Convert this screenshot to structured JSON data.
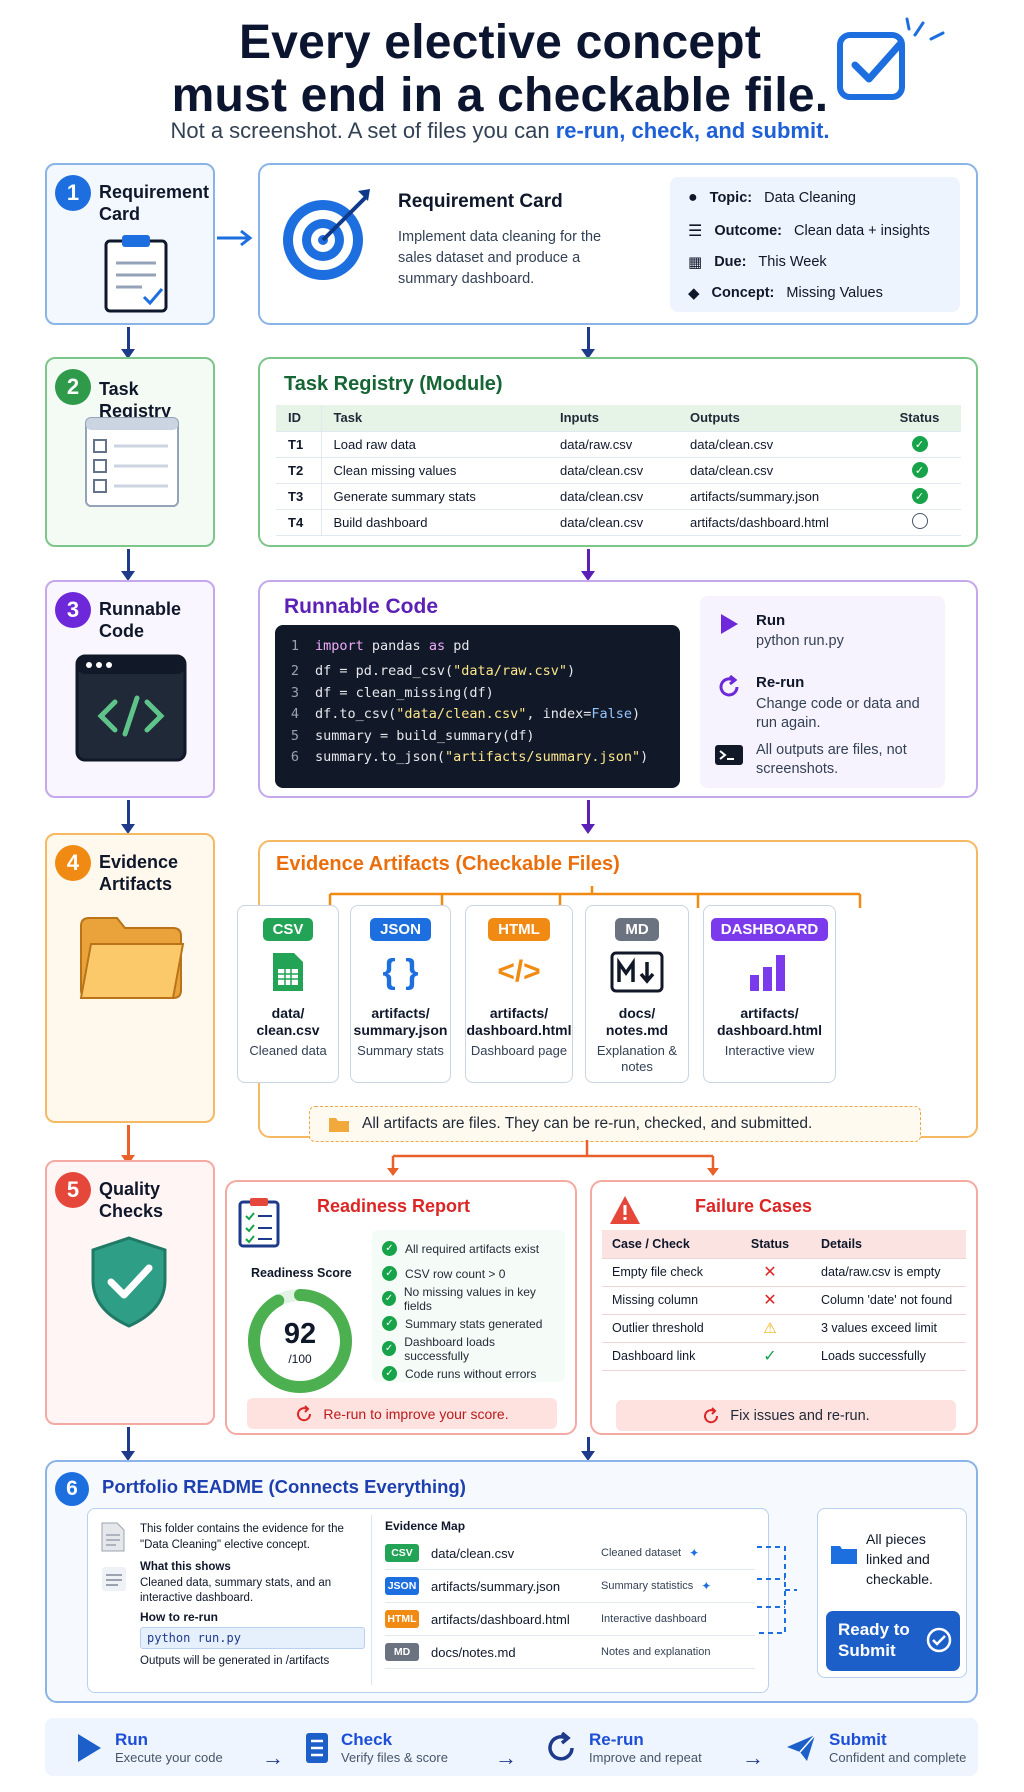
{
  "header": {
    "title_line1": "Every elective concept",
    "title_line2": "must end in a checkable file.",
    "subtitle_pre": "Not a screenshot. A set of files you can ",
    "subtitle_em": "re-run, check, and submit."
  },
  "steps": [
    {
      "num": "1",
      "label": "Requirement Card"
    },
    {
      "num": "2",
      "label": "Task Registry"
    },
    {
      "num": "3",
      "label": "Runnable Code"
    },
    {
      "num": "4",
      "label": "Evidence Artifacts"
    },
    {
      "num": "5",
      "label": "Quality Checks"
    },
    {
      "num": "6",
      "label": "Portfolio README (Connects Everything)"
    }
  ],
  "requirement": {
    "title": "Requirement Card",
    "desc": "Implement data cleaning for the sales dataset and produce a summary dashboard.",
    "meta": [
      {
        "key": "Topic:",
        "val": "Data Cleaning"
      },
      {
        "key": "Outcome:",
        "val": "Clean data + insights"
      },
      {
        "key": "Due:",
        "val": "This Week"
      },
      {
        "key": "Concept:",
        "val": "Missing Values"
      }
    ]
  },
  "registry": {
    "title": "Task Registry (Module)",
    "headers": [
      "ID",
      "Task",
      "Inputs",
      "Outputs",
      "Status"
    ],
    "rows": [
      {
        "id": "T1",
        "task": "Load raw data",
        "in": "data/raw.csv",
        "out": "data/clean.csv",
        "done": true
      },
      {
        "id": "T2",
        "task": "Clean missing values",
        "in": "data/clean.csv",
        "out": "data/clean.csv",
        "done": true
      },
      {
        "id": "T3",
        "task": "Generate summary stats",
        "in": "data/clean.csv",
        "out": "artifacts/summary.json",
        "done": true
      },
      {
        "id": "T4",
        "task": "Build dashboard",
        "in": "data/clean.csv",
        "out": "artifacts/dashboard.html",
        "done": false
      }
    ]
  },
  "code": {
    "title": "Runnable Code",
    "run_title": "Run",
    "run_cmd": "python run.py",
    "rerun_title": "Re-run",
    "rerun_desc": "Change code or data and run again.",
    "note": "All outputs are files, not screenshots."
  },
  "artifacts": {
    "title": "Evidence Artifacts (Checkable Files)",
    "items": [
      {
        "tag": "CSV",
        "file1": "data/",
        "file2": "clean.csv",
        "desc": "Cleaned data",
        "color": "#22a355"
      },
      {
        "tag": "JSON",
        "file1": "artifacts/",
        "file2": "summary.json",
        "desc": "Summary stats",
        "color": "#1d6fe0"
      },
      {
        "tag": "HTML",
        "file1": "artifacts/",
        "file2": "dashboard.html",
        "desc": "Dashboard page",
        "color": "#f08a12"
      },
      {
        "tag": "MD",
        "file1": "docs/",
        "file2": "notes.md",
        "desc": "Explanation & notes",
        "color": "#6b7280"
      },
      {
        "tag": "DASHBOARD",
        "file1": "artifacts/",
        "file2": "dashboard.html",
        "desc": "Interactive view",
        "color": "#7c3aed"
      }
    ],
    "banner": "All artifacts are files. They can be re-run, checked, and submitted."
  },
  "readiness": {
    "title": "Readiness Report",
    "score_label": "Readiness Score",
    "score": 92,
    "score_max": "/100",
    "checks": [
      "All required artifacts exist",
      "CSV row count > 0",
      "No missing values in key fields",
      "Summary stats generated",
      "Dashboard loads successfully",
      "Code runs without errors"
    ],
    "pill": "Re-run to improve your score."
  },
  "failures": {
    "title": "Failure Cases",
    "headers": [
      "Case / Check",
      "Status",
      "Details"
    ],
    "rows": [
      {
        "case": "Empty file check",
        "status": "fail",
        "details": "data/raw.csv is empty"
      },
      {
        "case": "Missing column",
        "status": "fail",
        "details": "Column 'date' not found"
      },
      {
        "case": "Outlier threshold",
        "status": "warn",
        "details": "3 values exceed limit"
      },
      {
        "case": "Dashboard link",
        "status": "pass",
        "details": "Loads successfully"
      }
    ],
    "pill": "Fix issues and re-run."
  },
  "readme": {
    "intro": "This folder contains the evidence for the \"Data Cleaning\" elective concept.",
    "what_title": "What this shows",
    "what_desc": "Cleaned data, summary stats, and an interactive dashboard.",
    "how_title": "How to re-run",
    "how_cmd": "python run.py",
    "how_note": "Outputs will be generated in /artifacts",
    "map_title": "Evidence Map",
    "map": [
      {
        "tag": "CSV",
        "file": "data/clean.csv",
        "desc": "Cleaned dataset",
        "color": "#22a355"
      },
      {
        "tag": "JSON",
        "file": "artifacts/summary.json",
        "desc": "Summary statistics",
        "color": "#1d6fe0"
      },
      {
        "tag": "HTML",
        "file": "artifacts/dashboard.html",
        "desc": "Interactive dashboard",
        "color": "#f08a12"
      },
      {
        "tag": "MD",
        "file": "docs/notes.md",
        "desc": "Notes and explanation",
        "color": "#6b7280"
      }
    ],
    "linked": "All pieces linked and checkable.",
    "submit": "Ready to Submit"
  },
  "footer": [
    {
      "t1": "Run",
      "t2": "Execute your code"
    },
    {
      "t1": "Check",
      "t2": "Verify files & score"
    },
    {
      "t1": "Re-run",
      "t2": "Improve and repeat"
    },
    {
      "t1": "Submit",
      "t2": "Confident and complete"
    }
  ]
}
